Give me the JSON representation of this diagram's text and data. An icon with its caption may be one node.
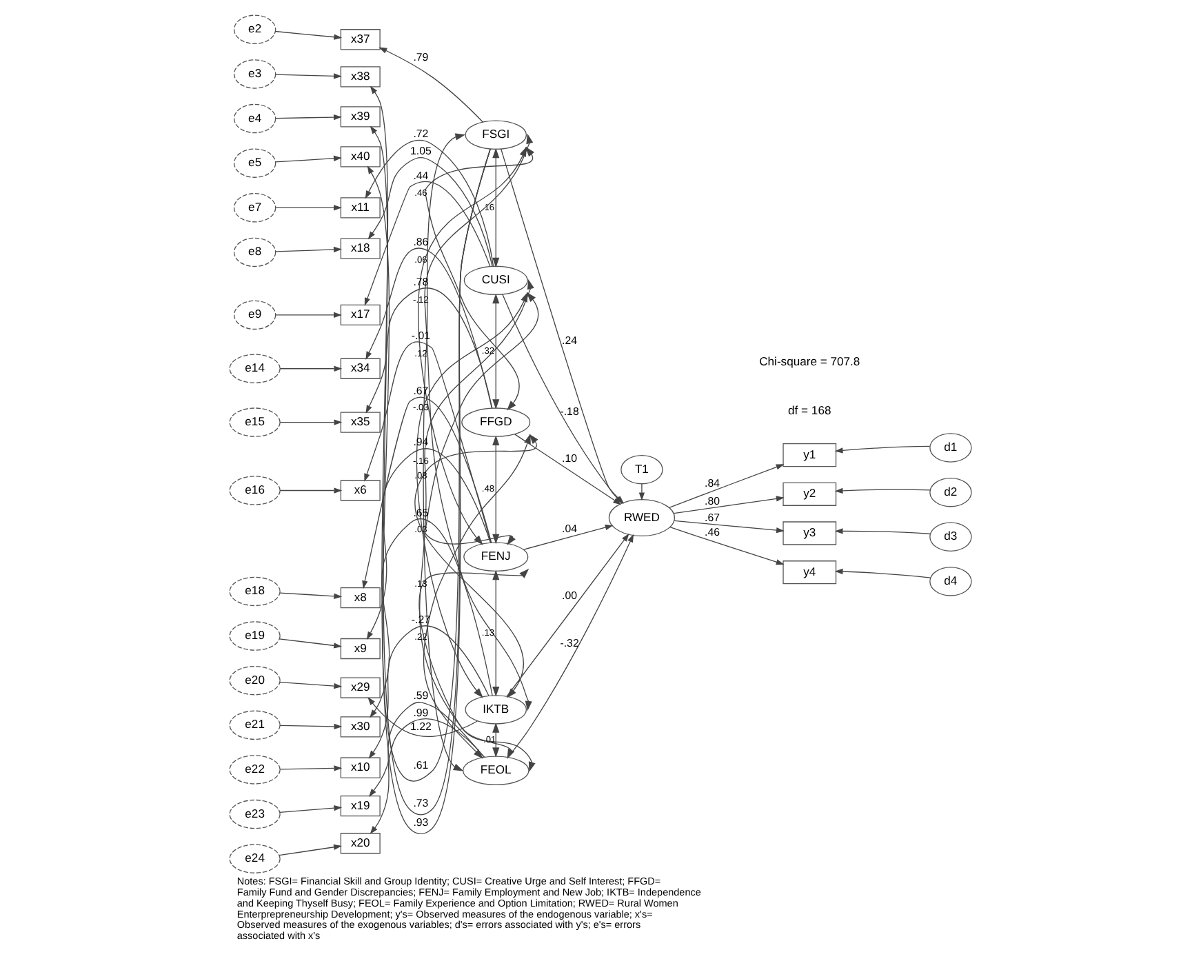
{
  "diagram": {
    "caption": "Notes: FSGI= Financial Skill and Group Identity; CUSI= Creative Urge and Self Interest; FFGD= Family Fund and Gender Discrepancies; FENJ= Family Employment and New Job; IKTB= Independence and Keeping Thyself Busy; FEOL= Family Experience and Option Limitation; RWED= Rural Women Enterprepreneurship Development; y's= Observed measures of the endogenous variable; x's= Observed measures of the exogenous variables; d's= errors associated with y's; e's= errors associated with x's",
    "nodes": [
      {
        "text": [
          "e2"
        ]
      },
      {
        "text": [
          "e3"
        ]
      },
      {
        "text": [
          "e4"
        ]
      },
      {
        "text": [
          "e5"
        ]
      },
      {
        "text": [
          "e7"
        ]
      },
      {
        "text": [
          "e8"
        ]
      },
      {
        "text": [
          "e9"
        ]
      },
      {
        "text": [
          "e14"
        ]
      },
      {
        "text": [
          "e15"
        ]
      },
      {
        "text": [
          "e16"
        ]
      },
      {
        "text": [
          "e18"
        ]
      },
      {
        "text": [
          "e19"
        ]
      },
      {
        "text": [
          "e20"
        ]
      },
      {
        "text": [
          "e21"
        ]
      },
      {
        "text": [
          "e22"
        ]
      },
      {
        "text": [
          "e23"
        ]
      },
      {
        "text": [
          "e24"
        ]
      },
      {
        "text": [
          "x37"
        ]
      },
      {
        "text": [
          "x38"
        ]
      },
      {
        "text": [
          "x39"
        ]
      },
      {
        "text": [
          "x40"
        ]
      },
      {
        "text": [
          "x11"
        ]
      },
      {
        "text": [
          "x18"
        ]
      },
      {
        "text": [
          "x17"
        ]
      },
      {
        "text": [
          "x34"
        ]
      },
      {
        "text": [
          "x35"
        ]
      },
      {
        "text": [
          "x6"
        ]
      },
      {
        "text": [
          "x8"
        ]
      },
      {
        "text": [
          "x9"
        ]
      },
      {
        "text": [
          "x29"
        ]
      },
      {
        "text": [
          "x30"
        ]
      },
      {
        "text": [
          "x10"
        ]
      },
      {
        "text": [
          "x19"
        ]
      },
      {
        "text": [
          "x20"
        ]
      },
      {
        "text": [
          "FSGI"
        ]
      },
      {
        "text": [
          "CUSI"
        ]
      },
      {
        "text": [
          "FFGD"
        ]
      },
      {
        "text": [
          "FENJ"
        ]
      },
      {
        "text": [
          "IKTB"
        ]
      },
      {
        "text": [
          "FEOL"
        ]
      },
      {
        "text": [
          "T1"
        ]
      },
      {
        "text": [
          "RWED"
        ]
      },
      {
        "text": [
          "y1"
        ]
      },
      {
        "text": [
          "y2"
        ]
      },
      {
        "text": [
          "y3"
        ]
      },
      {
        "text": [
          "y4"
        ]
      },
      {
        "text": [
          "d1"
        ]
      },
      {
        "text": [
          "d2"
        ]
      },
      {
        "text": [
          "d3"
        ]
      },
      {
        "text": [
          "d4"
        ]
      }
    ],
    "edges": [
      {
        "from": 0,
        "to": 17,
        "arrow": "to"
      },
      {
        "from": 1,
        "to": 18,
        "arrow": "to"
      },
      {
        "from": 2,
        "to": 19,
        "arrow": "to"
      },
      {
        "from": 3,
        "to": 20,
        "arrow": "to"
      },
      {
        "from": 4,
        "to": 21,
        "arrow": "to"
      },
      {
        "from": 5,
        "to": 22,
        "arrow": "to"
      },
      {
        "from": 6,
        "to": 23,
        "arrow": "to"
      },
      {
        "from": 7,
        "to": 24,
        "arrow": "to"
      },
      {
        "from": 8,
        "to": 25,
        "arrow": "to"
      },
      {
        "from": 9,
        "to": 26,
        "arrow": "to"
      },
      {
        "from": 10,
        "to": 27,
        "arrow": "to"
      },
      {
        "from": 11,
        "to": 28,
        "arrow": "to"
      },
      {
        "from": 12,
        "to": 29,
        "arrow": "to"
      },
      {
        "from": 13,
        "to": 30,
        "arrow": "to"
      },
      {
        "from": 14,
        "to": 31,
        "arrow": "to"
      },
      {
        "from": 15,
        "to": 32,
        "arrow": "to"
      },
      {
        "from": 16,
        "to": 33,
        "arrow": "to"
      },
      {
        "from": 34,
        "to": 17,
        "arrow": "to",
        "label": ".79"
      },
      {
        "from": 34,
        "to": 18,
        "arrow": "to",
        "label": ".93"
      },
      {
        "from": 34,
        "to": 19,
        "arrow": "to",
        "label": ".73"
      },
      {
        "from": 34,
        "to": 20,
        "arrow": "to",
        "label": ".61"
      },
      {
        "from": 35,
        "to": 21,
        "arrow": "to",
        "label": ".72"
      },
      {
        "from": 35,
        "to": 22,
        "arrow": "to",
        "label": "1.05"
      },
      {
        "from": 35,
        "to": 23,
        "arrow": "to",
        "label": ".44"
      },
      {
        "from": 36,
        "to": 24,
        "arrow": "to",
        "label": ".86"
      },
      {
        "from": 36,
        "to": 25,
        "arrow": "to",
        "label": ".78"
      },
      {
        "from": 37,
        "to": 26,
        "arrow": "to",
        "label": "-.01"
      },
      {
        "from": 37,
        "to": 27,
        "arrow": "to",
        "label": ".67"
      },
      {
        "from": 37,
        "to": 28,
        "arrow": "to",
        "label": ".94"
      },
      {
        "from": 38,
        "to": 29,
        "arrow": "to",
        "label": "1.22"
      },
      {
        "from": 38,
        "to": 30,
        "arrow": "to",
        "label": ".65"
      },
      {
        "from": 38,
        "to": 31,
        "arrow": "to",
        "label": "-.27"
      },
      {
        "from": 39,
        "to": 32,
        "arrow": "to",
        "label": ".99"
      },
      {
        "from": 39,
        "to": 33,
        "arrow": "to",
        "label": ".59"
      },
      {
        "from": 34,
        "to": 35,
        "arrow": "both",
        "label": ".16"
      },
      {
        "from": 35,
        "to": 36,
        "arrow": "both",
        "label": ".32"
      },
      {
        "from": 36,
        "to": 37,
        "arrow": "both",
        "label": ".48"
      },
      {
        "from": 37,
        "to": 38,
        "arrow": "both",
        "label": ".13"
      },
      {
        "from": 38,
        "to": 39,
        "arrow": "both",
        "label": "-.01"
      },
      {
        "from": 34,
        "to": 36,
        "arrow": "both",
        "label": ".46"
      },
      {
        "from": 34,
        "to": 37,
        "arrow": "both",
        "label": ".06"
      },
      {
        "from": 34,
        "to": 38,
        "arrow": "both",
        "label": "-.12"
      },
      {
        "from": 34,
        "to": 39,
        "arrow": "both",
        "label": ".12"
      },
      {
        "from": 35,
        "to": 37,
        "arrow": "both",
        "label": ".03"
      },
      {
        "from": 35,
        "to": 38,
        "arrow": "both",
        "label": "-.03"
      },
      {
        "from": 35,
        "to": 39,
        "arrow": "both",
        "label": "-.16"
      },
      {
        "from": 36,
        "to": 38,
        "arrow": "both",
        "label": ".08"
      },
      {
        "from": 36,
        "to": 39,
        "arrow": "both",
        "label": ".22"
      },
      {
        "from": 37,
        "to": 39,
        "arrow": "both",
        "label": ".13"
      },
      {
        "from": 34,
        "to": 41,
        "arrow": "to",
        "label": ".24"
      },
      {
        "from": 35,
        "to": 41,
        "arrow": "to",
        "label": "-.18"
      },
      {
        "from": 36,
        "to": 41,
        "arrow": "to",
        "label": ".10"
      },
      {
        "from": 37,
        "to": 41,
        "arrow": "to",
        "label": ".04"
      },
      {
        "from": 38,
        "to": 41,
        "arrow": "to",
        "label": ".00"
      },
      {
        "from": 39,
        "to": 41,
        "arrow": "to",
        "label": "-.32"
      },
      {
        "from": 40,
        "to": 41,
        "arrow": "to"
      },
      {
        "from": 41,
        "to": 42,
        "arrow": "to",
        "label": ".84"
      },
      {
        "from": 41,
        "to": 43,
        "arrow": "to",
        "label": ".80"
      },
      {
        "from": 41,
        "to": 44,
        "arrow": "to",
        "label": ".67"
      },
      {
        "from": 41,
        "to": 45,
        "arrow": "to",
        "label": ".46"
      },
      {
        "from": 46,
        "to": 42,
        "arrow": "to"
      },
      {
        "from": 47,
        "to": 43,
        "arrow": "to"
      },
      {
        "from": 48,
        "to": 44,
        "arrow": "to"
      },
      {
        "from": 49,
        "to": 45,
        "arrow": "to"
      }
    ],
    "labels": [
      "Chi-square = 707.8",
      "df = 168"
    ]
  }
}
